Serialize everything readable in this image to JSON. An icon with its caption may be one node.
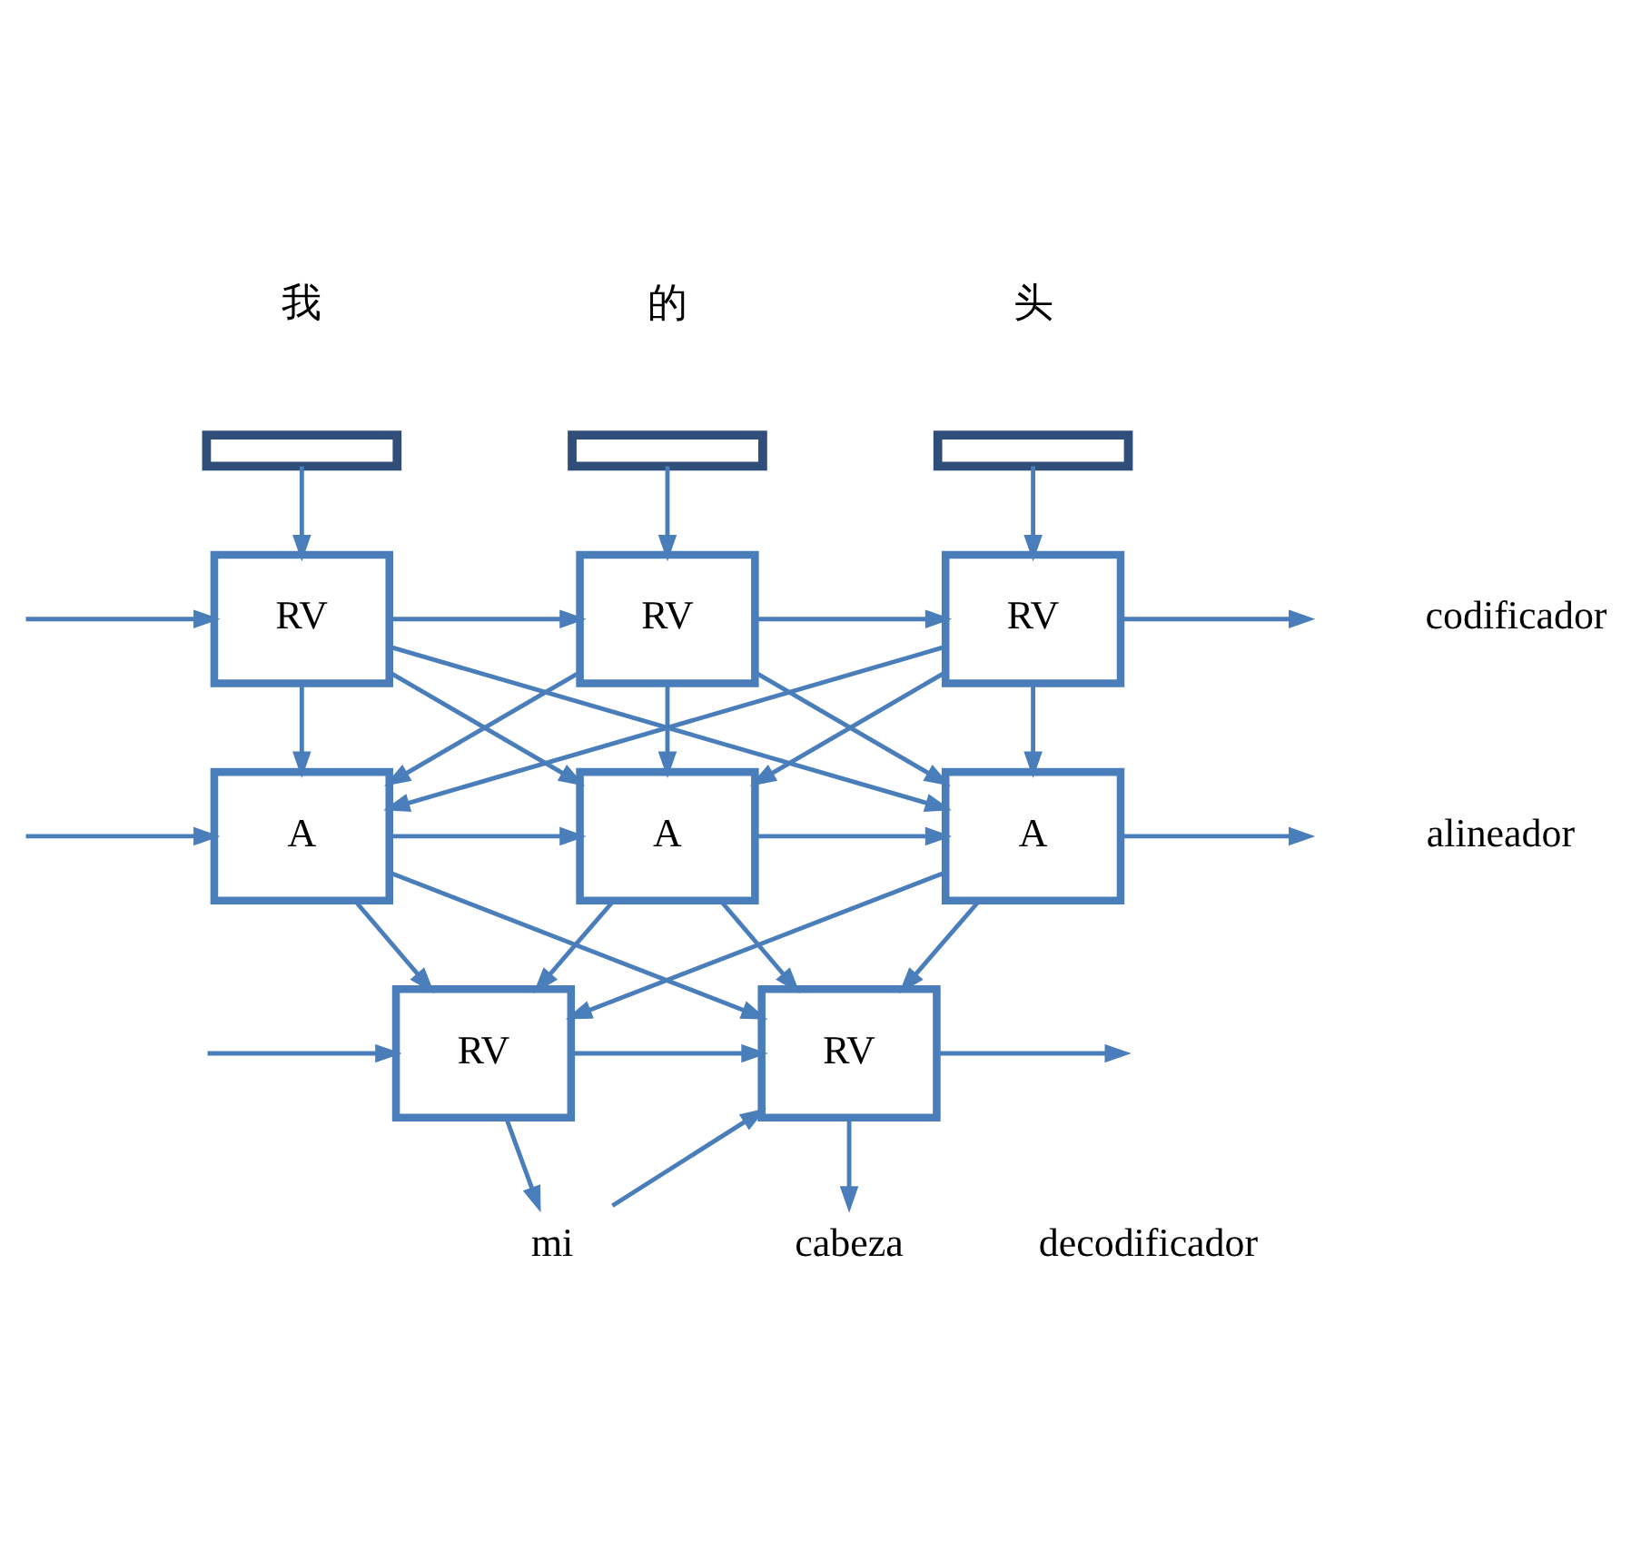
{
  "diagram": {
    "nodes": [
      {
        "text": [],
        "shape": "bar",
        "beside": [
          "我"
        ]
      },
      {
        "text": [],
        "shape": "bar",
        "beside": [
          "的"
        ]
      },
      {
        "text": [],
        "shape": "bar",
        "beside": [
          "头"
        ]
      },
      {
        "text": [
          "RV"
        ]
      },
      {
        "text": [
          "RV"
        ]
      },
      {
        "text": [
          "RV"
        ]
      },
      {
        "text": [
          "A"
        ]
      },
      {
        "text": [
          "A"
        ]
      },
      {
        "text": [
          "A"
        ]
      },
      {
        "text": [
          "RV"
        ]
      },
      {
        "text": [
          "RV"
        ]
      },
      {
        "text": [
          "mi"
        ]
      },
      {
        "text": [
          "cabeza"
        ]
      }
    ],
    "edges": [
      {
        "from": 0,
        "to": 3,
        "arrow": "to"
      },
      {
        "from": 1,
        "to": 4,
        "arrow": "to"
      },
      {
        "from": 2,
        "to": 5,
        "arrow": "to"
      },
      {
        "from": null,
        "to": 3,
        "arrow": "to"
      },
      {
        "from": 3,
        "to": 4,
        "arrow": "to"
      },
      {
        "from": 4,
        "to": 5,
        "arrow": "to"
      },
      {
        "from": 5,
        "to": null,
        "arrow": "to"
      },
      {
        "from": 3,
        "to": 6,
        "arrow": "to"
      },
      {
        "from": 3,
        "to": 7,
        "arrow": "to"
      },
      {
        "from": 3,
        "to": 8,
        "arrow": "to"
      },
      {
        "from": 4,
        "to": 6,
        "arrow": "to"
      },
      {
        "from": 4,
        "to": 7,
        "arrow": "to"
      },
      {
        "from": 4,
        "to": 8,
        "arrow": "to"
      },
      {
        "from": 5,
        "to": 6,
        "arrow": "to"
      },
      {
        "from": 5,
        "to": 7,
        "arrow": "to"
      },
      {
        "from": 5,
        "to": 8,
        "arrow": "to"
      },
      {
        "from": null,
        "to": 6,
        "arrow": "to"
      },
      {
        "from": 6,
        "to": 7,
        "arrow": "to"
      },
      {
        "from": 7,
        "to": 8,
        "arrow": "to"
      },
      {
        "from": 8,
        "to": null,
        "arrow": "to"
      },
      {
        "from": 6,
        "to": 9,
        "arrow": "to"
      },
      {
        "from": 6,
        "to": 10,
        "arrow": "to"
      },
      {
        "from": 7,
        "to": 9,
        "arrow": "to"
      },
      {
        "from": 7,
        "to": 10,
        "arrow": "to"
      },
      {
        "from": 8,
        "to": 9,
        "arrow": "to"
      },
      {
        "from": 8,
        "to": 10,
        "arrow": "to"
      },
      {
        "from": null,
        "to": 9,
        "arrow": "to"
      },
      {
        "from": 9,
        "to": 10,
        "arrow": "to"
      },
      {
        "from": 9,
        "to": 11,
        "arrow": "to"
      },
      {
        "from": 11,
        "to": 10,
        "arrow": "to"
      },
      {
        "from": 10,
        "to": null,
        "arrow": "to"
      },
      {
        "from": 10,
        "to": 12,
        "arrow": "to"
      }
    ],
    "labels": [
      "codificador",
      "alineador",
      "decodificador"
    ]
  }
}
